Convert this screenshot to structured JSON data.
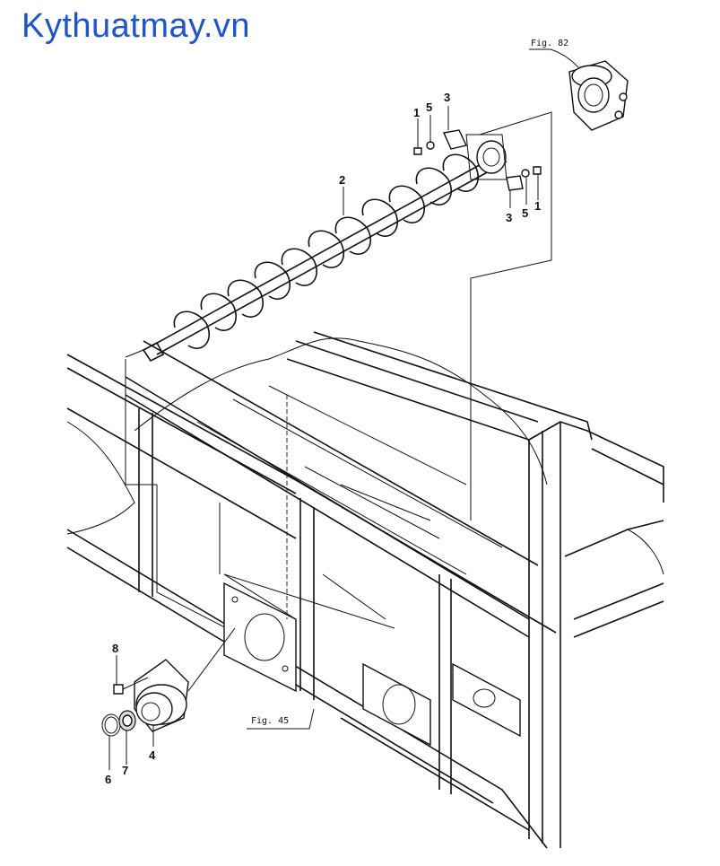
{
  "watermark": "Kythuatmay.vn",
  "colors": {
    "watermark": "#1f55c8",
    "line": "#111111",
    "background": "#ffffff"
  },
  "figure_refs": {
    "top": "Fig. 82",
    "bottom": "Fig. 45"
  },
  "callouts": {
    "c1_top": "1",
    "c5_top": "5",
    "c3_top": "3",
    "c2": "2",
    "c3_right": "3",
    "c5_right": "5",
    "c1_right": "1",
    "c8": "8",
    "c4": "4",
    "c6": "6",
    "c7": "7"
  }
}
